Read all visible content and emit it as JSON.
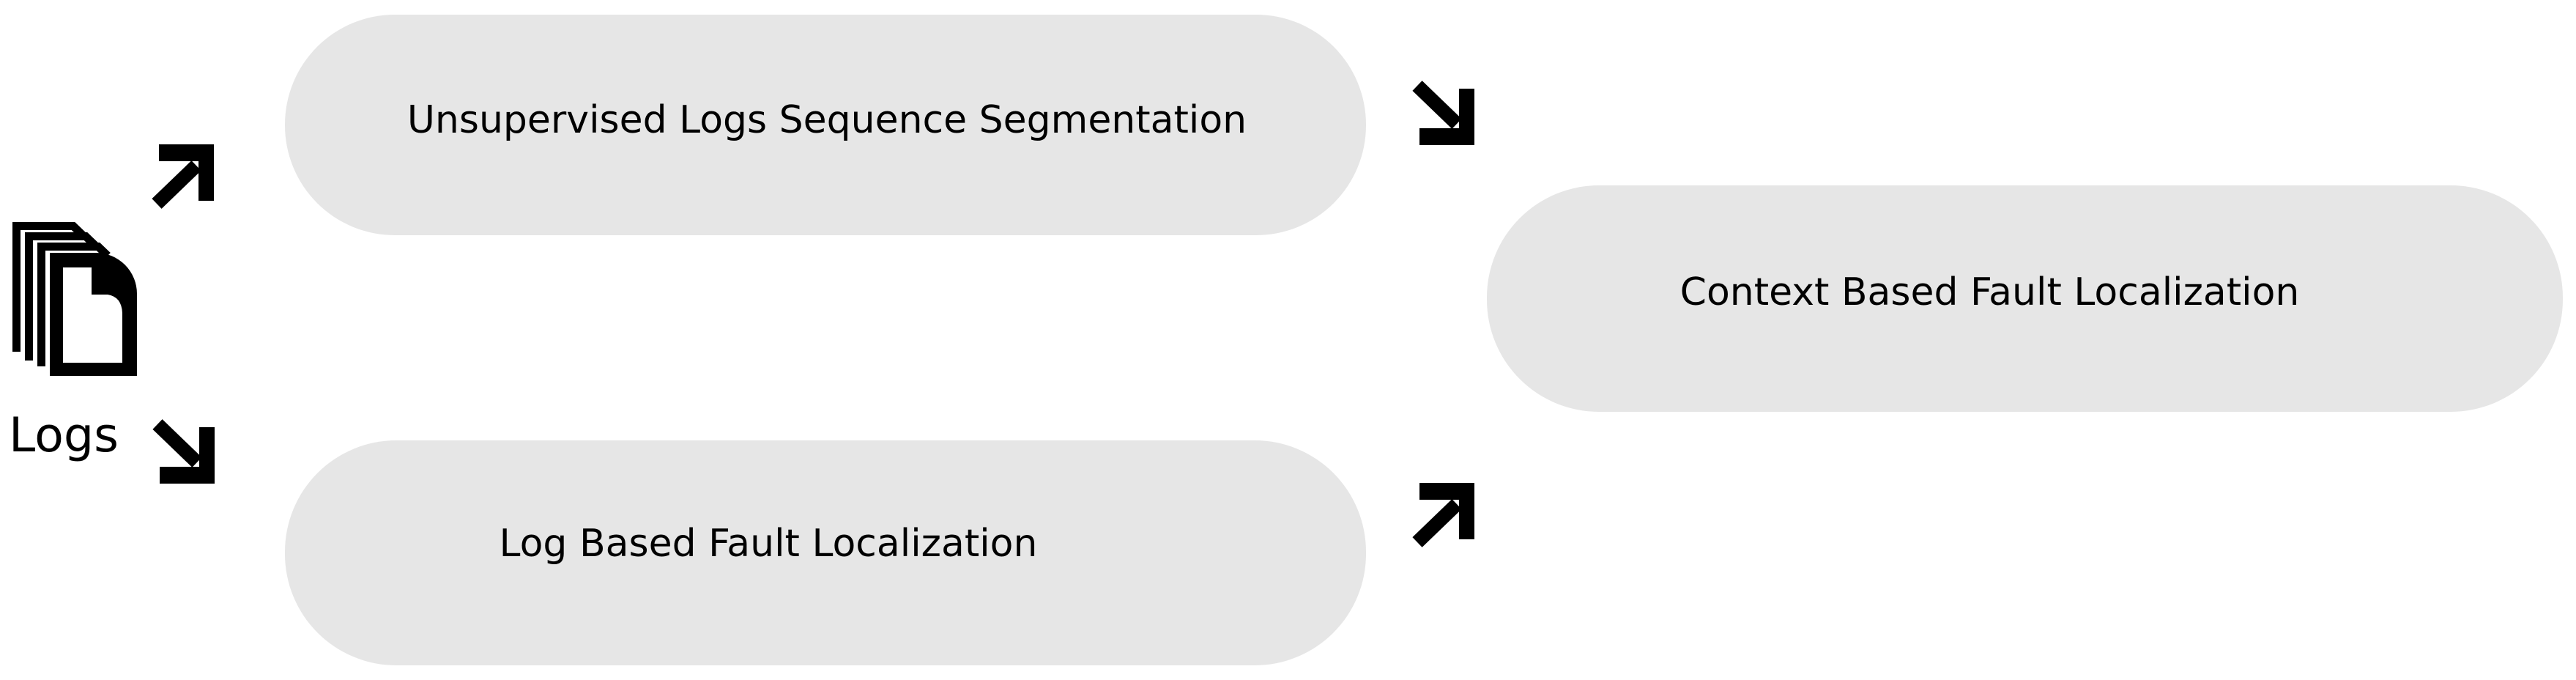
{
  "diagram": {
    "source": {
      "label": "Logs",
      "icon": "logs-documents-icon"
    },
    "nodes": [
      {
        "id": "segmentation",
        "label": "Unsupervised Logs Sequence Segmentation"
      },
      {
        "id": "log-fl",
        "label": "Log Based Fault Localization"
      },
      {
        "id": "context-fl",
        "label": "Context Based Fault Localization"
      }
    ],
    "arrows": [
      {
        "name": "arrow-logs-to-segmentation",
        "direction": "up-right"
      },
      {
        "name": "arrow-logs-to-log-fl",
        "direction": "down-right"
      },
      {
        "name": "arrow-segmentation-to-context-fl",
        "direction": "down-right"
      },
      {
        "name": "arrow-log-fl-to-context-fl",
        "direction": "up-right"
      }
    ],
    "colors": {
      "background": "#ffffff",
      "node_fill": "#e6e6e6",
      "text": "#000000",
      "arrow": "#000000"
    }
  }
}
